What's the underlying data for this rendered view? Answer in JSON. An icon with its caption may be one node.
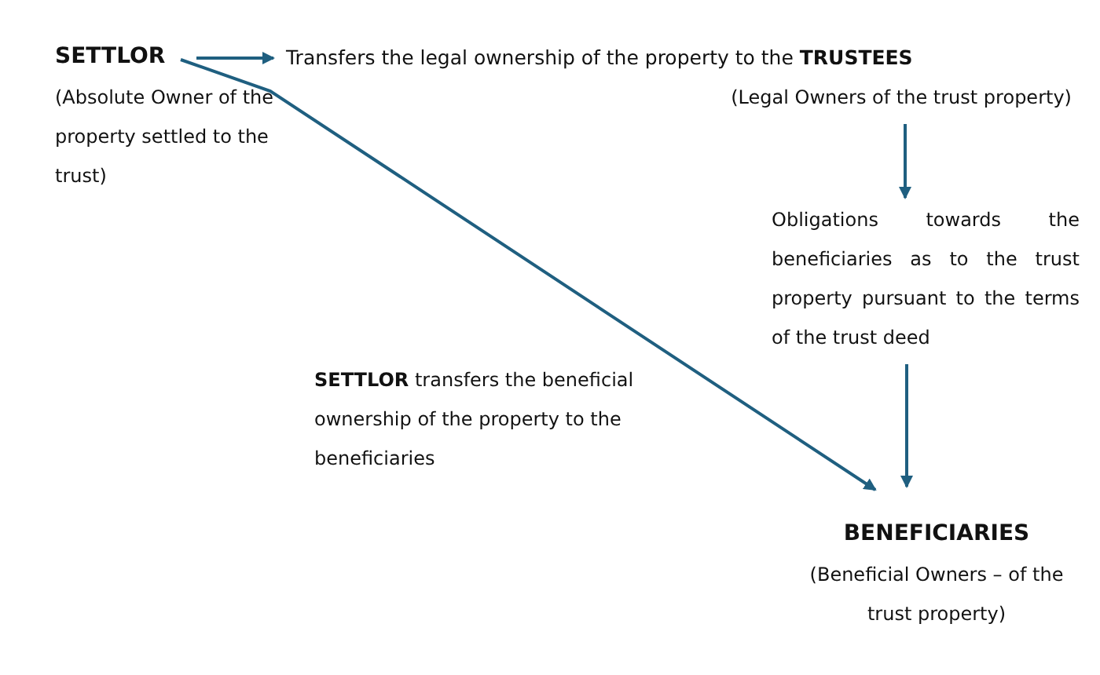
{
  "diagram": {
    "nodes": [
      {
        "text": [
          "SETTLOR"
        ]
      },
      {
        "text": [
          "Transfers the legal ownership of the property to the **TRUSTEES**",
          "(Legal Owners of the trust property)"
        ]
      },
      {
        "text": [
          "Obligations towards the beneficiaries as to the trust property pursuant to the terms of the trust deed"
        ]
      },
      {
        "text": [
          "BENEFICIARIES",
          "(Beneficial Owners – of the trust property)"
        ]
      }
    ],
    "edges": [
      {
        "from": 0,
        "to": 1,
        "arrow": "to"
      },
      {
        "from": 0,
        "to": 3,
        "arrow": "to"
      },
      {
        "from": 1,
        "to": 2,
        "arrow": "to"
      },
      {
        "from": 2,
        "to": 3,
        "arrow": "to"
      }
    ],
    "labels": [
      "(Absolute Owner of the property settled to the trust)",
      "**SETTLOR** transfers the beneficial ownership of the property to the beneficiaries"
    ]
  }
}
